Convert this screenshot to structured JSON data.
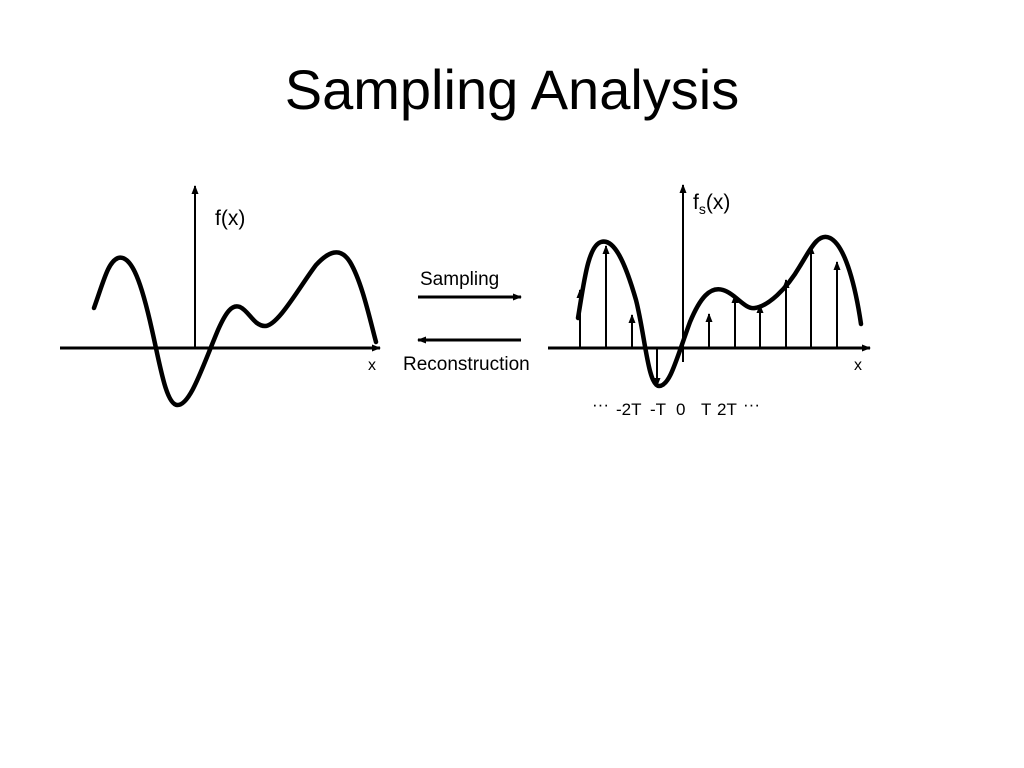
{
  "slide": {
    "title": "Sampling Analysis"
  },
  "left_plot": {
    "y_label": "f(x)",
    "x_label": "x"
  },
  "right_plot": {
    "y_label_base": "f",
    "y_label_sub": "s",
    "y_label_arg": "(x)",
    "x_label": "x",
    "ticks": {
      "ellipsis_left": "···",
      "minus_2t": "-2T",
      "minus_t": "-T",
      "zero": "0",
      "t": "T",
      "two_t": "2T",
      "ellipsis_right": "···"
    }
  },
  "arrows": {
    "sampling_label": "Sampling",
    "reconstruction_label": "Reconstruction"
  }
}
